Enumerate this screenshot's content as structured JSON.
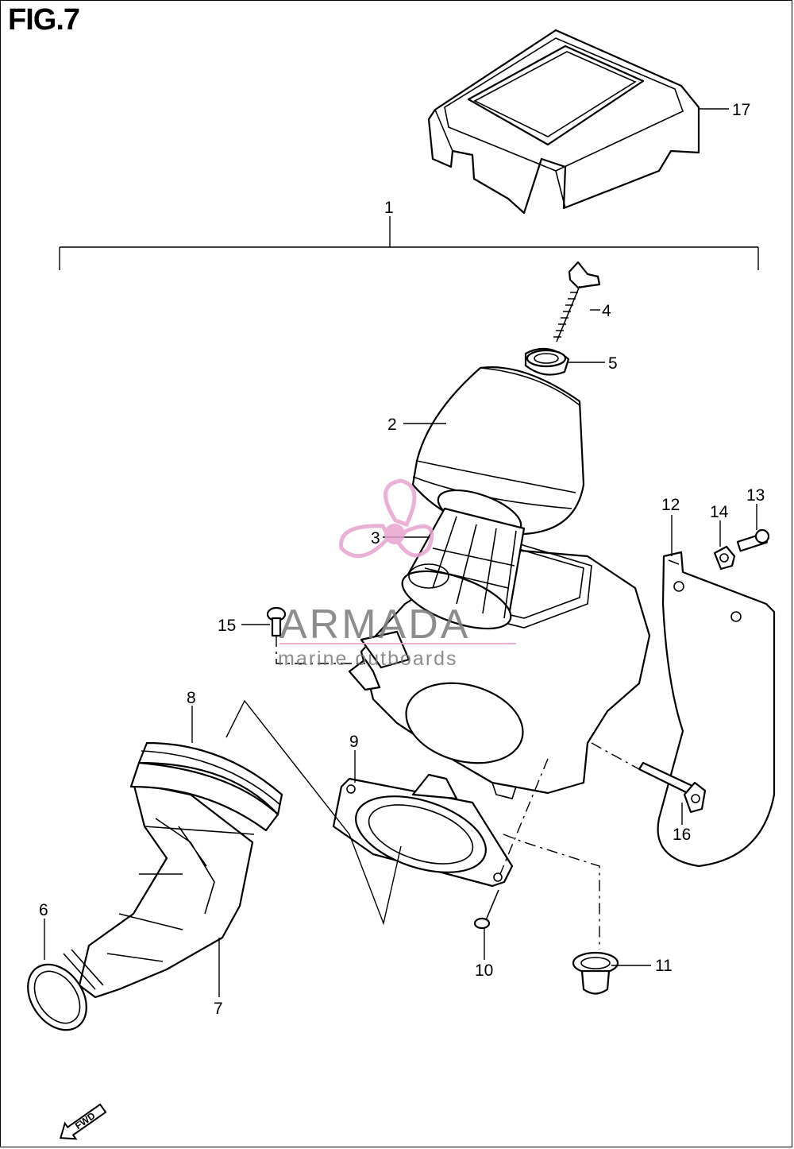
{
  "figure": {
    "title": "FIG.7"
  },
  "callouts": [
    {
      "id": "1",
      "text": "1"
    },
    {
      "id": "2",
      "text": "2"
    },
    {
      "id": "3",
      "text": "3"
    },
    {
      "id": "4",
      "text": "4"
    },
    {
      "id": "5",
      "text": "5"
    },
    {
      "id": "6",
      "text": "6"
    },
    {
      "id": "7",
      "text": "7"
    },
    {
      "id": "8",
      "text": "8"
    },
    {
      "id": "9",
      "text": "9"
    },
    {
      "id": "10",
      "text": "10"
    },
    {
      "id": "11",
      "text": "11"
    },
    {
      "id": "12",
      "text": "12"
    },
    {
      "id": "13",
      "text": "13"
    },
    {
      "id": "14",
      "text": "14"
    },
    {
      "id": "15",
      "text": "15"
    },
    {
      "id": "16",
      "text": "16"
    },
    {
      "id": "17",
      "text": "17"
    }
  ],
  "watermark": {
    "brand": "ARMADA",
    "tagline": "marine outboards",
    "colors": {
      "propeller": "#e8a3cf",
      "text": "#7a7a7a"
    }
  },
  "direction_arrow": {
    "label": "FWD"
  }
}
